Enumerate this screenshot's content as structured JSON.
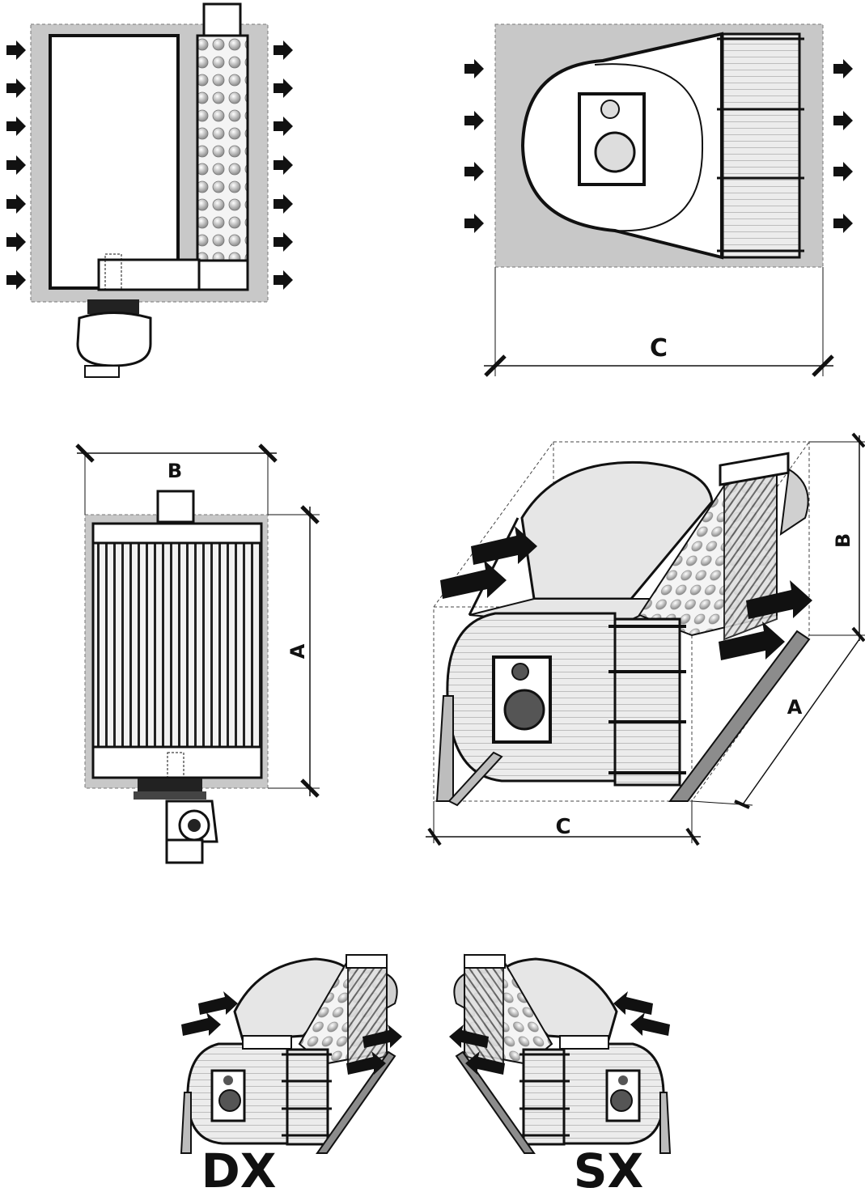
{
  "dimensions": {
    "a": "A",
    "b": "B",
    "c": "C"
  },
  "variants": {
    "right": "DX",
    "left": "SX"
  },
  "colors": {
    "background": "#ffffff",
    "casing": "#c8c8c8",
    "line": "#111111",
    "body_fill": "#e6e6e6",
    "tube": "#d9d9d9"
  },
  "icons": [
    "airflow-arrow-icon",
    "burner-icon",
    "dimension-tick-icon"
  ]
}
